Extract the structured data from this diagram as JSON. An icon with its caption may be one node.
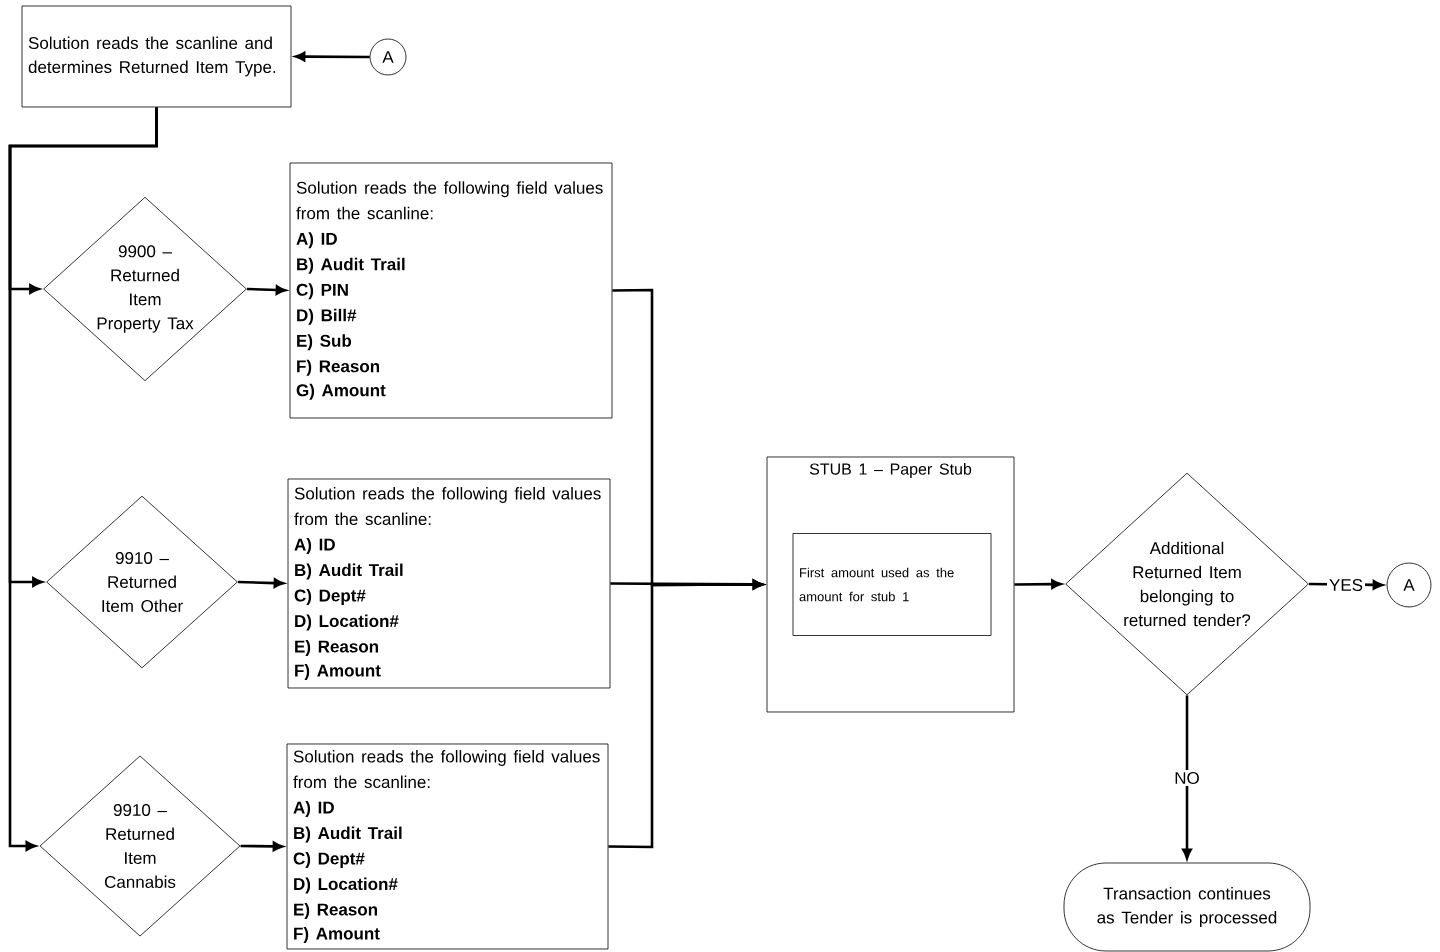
{
  "diagram": {
    "nodes": [
      {
        "text": [
          "Solution reads the scanline and determines Returned Item Type."
        ]
      },
      {
        "text": [
          "A"
        ]
      },
      {
        "text": [
          "9900 – Returned Item Property Tax"
        ]
      },
      {
        "text": [
          "Solution reads the following field values from the scanline:",
          "A) ID",
          "B) Audit Trail",
          "C) PIN",
          "D) Bill#",
          "E) Sub",
          "F) Reason",
          "G) Amount"
        ]
      },
      {
        "text": [
          "9910 – Returned Item Other"
        ]
      },
      {
        "text": [
          "Solution reads the following field values from the scanline:",
          "A) ID",
          "B) Audit Trail",
          "C) Dept#",
          "D) Location#",
          "E) Reason",
          "F) Amount"
        ]
      },
      {
        "text": [
          "9910 – Returned Item Cannabis"
        ]
      },
      {
        "text": [
          "Solution reads the following field values from the scanline:",
          "A) ID",
          "B) Audit Trail",
          "C) Dept#",
          "D) Location#",
          "E) Reason",
          "F) Amount"
        ]
      },
      {
        "text": [
          "STUB 1 – Paper Stub"
        ]
      },
      {
        "text": [
          "First amount used as the amount for stub 1"
        ],
        "in": 8
      },
      {
        "text": [
          "Additional Returned Item belonging to returned tender?"
        ]
      },
      {
        "text": [
          "A"
        ]
      },
      {
        "text": [
          "Transaction continues as Tender is processed"
        ]
      }
    ],
    "edges": [
      {
        "from": 1,
        "to": 0,
        "arrow": "to"
      },
      {
        "from": 0,
        "to": 2,
        "arrow": "to"
      },
      {
        "from": 0,
        "to": 4,
        "arrow": "to"
      },
      {
        "from": 0,
        "to": 6,
        "arrow": "to"
      },
      {
        "from": 2,
        "to": 3,
        "arrow": "to"
      },
      {
        "from": 4,
        "to": 5,
        "arrow": "to"
      },
      {
        "from": 6,
        "to": 7,
        "arrow": "to"
      },
      {
        "from": 3,
        "to": 8,
        "arrow": "to"
      },
      {
        "from": 5,
        "to": 8,
        "arrow": "to"
      },
      {
        "from": 7,
        "to": 8,
        "arrow": "to"
      },
      {
        "from": 8,
        "to": 10,
        "arrow": "to"
      },
      {
        "from": 10,
        "to": 11,
        "arrow": "to",
        "label": "YES"
      },
      {
        "from": 10,
        "to": 12,
        "arrow": "to",
        "label": "NO"
      }
    ]
  }
}
